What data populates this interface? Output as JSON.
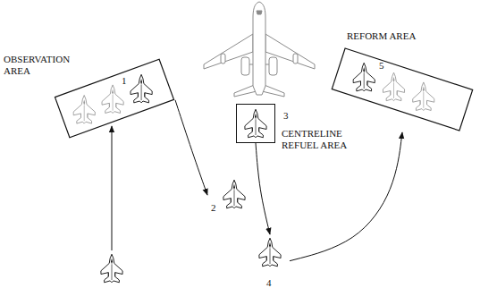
{
  "diagram": {
    "nodes": [
      {
        "text": [
          "OBSERVATION AREA",
          "1"
        ]
      },
      {
        "text": [
          "2"
        ]
      },
      {
        "text": [
          "3",
          "CENTRELINE REFUEL AREA"
        ]
      },
      {
        "text": [
          "4"
        ]
      },
      {
        "text": [
          "REFORM AREA",
          "5"
        ]
      }
    ],
    "edges": [
      {
        "from": 0,
        "to": 1,
        "arrow": "to"
      },
      {
        "from": 2,
        "to": 3,
        "arrow": "to"
      },
      {
        "from": 3,
        "to": 4,
        "arrow": "to"
      }
    ]
  }
}
